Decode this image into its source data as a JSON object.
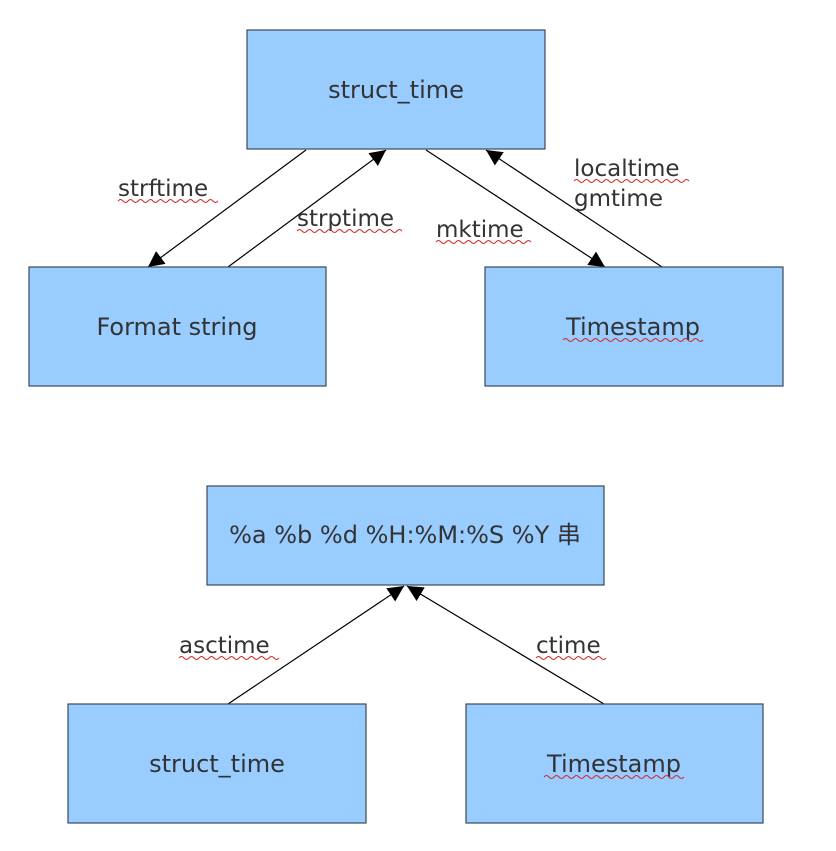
{
  "colors": {
    "node_fill": "#99ccff",
    "node_border": "#3b4a5a",
    "text": "#333333",
    "arrow": "#000000",
    "spellcheck_underline": "#d22a2a"
  },
  "top_diagram": {
    "nodes": {
      "struct_time": "struct_time",
      "format_string": "Format string",
      "timestamp": "Timestamp"
    },
    "edges": {
      "strftime": "strftime",
      "strptime": "strptime",
      "mktime": "mktime",
      "localtime": "localtime",
      "gmtime": "gmtime"
    }
  },
  "bottom_diagram": {
    "nodes": {
      "format_output": "%a %b %d %H:%M:%S %Y 串",
      "struct_time": "struct_time",
      "timestamp": "Timestamp"
    },
    "edges": {
      "asctime": "asctime",
      "ctime": "ctime"
    }
  }
}
